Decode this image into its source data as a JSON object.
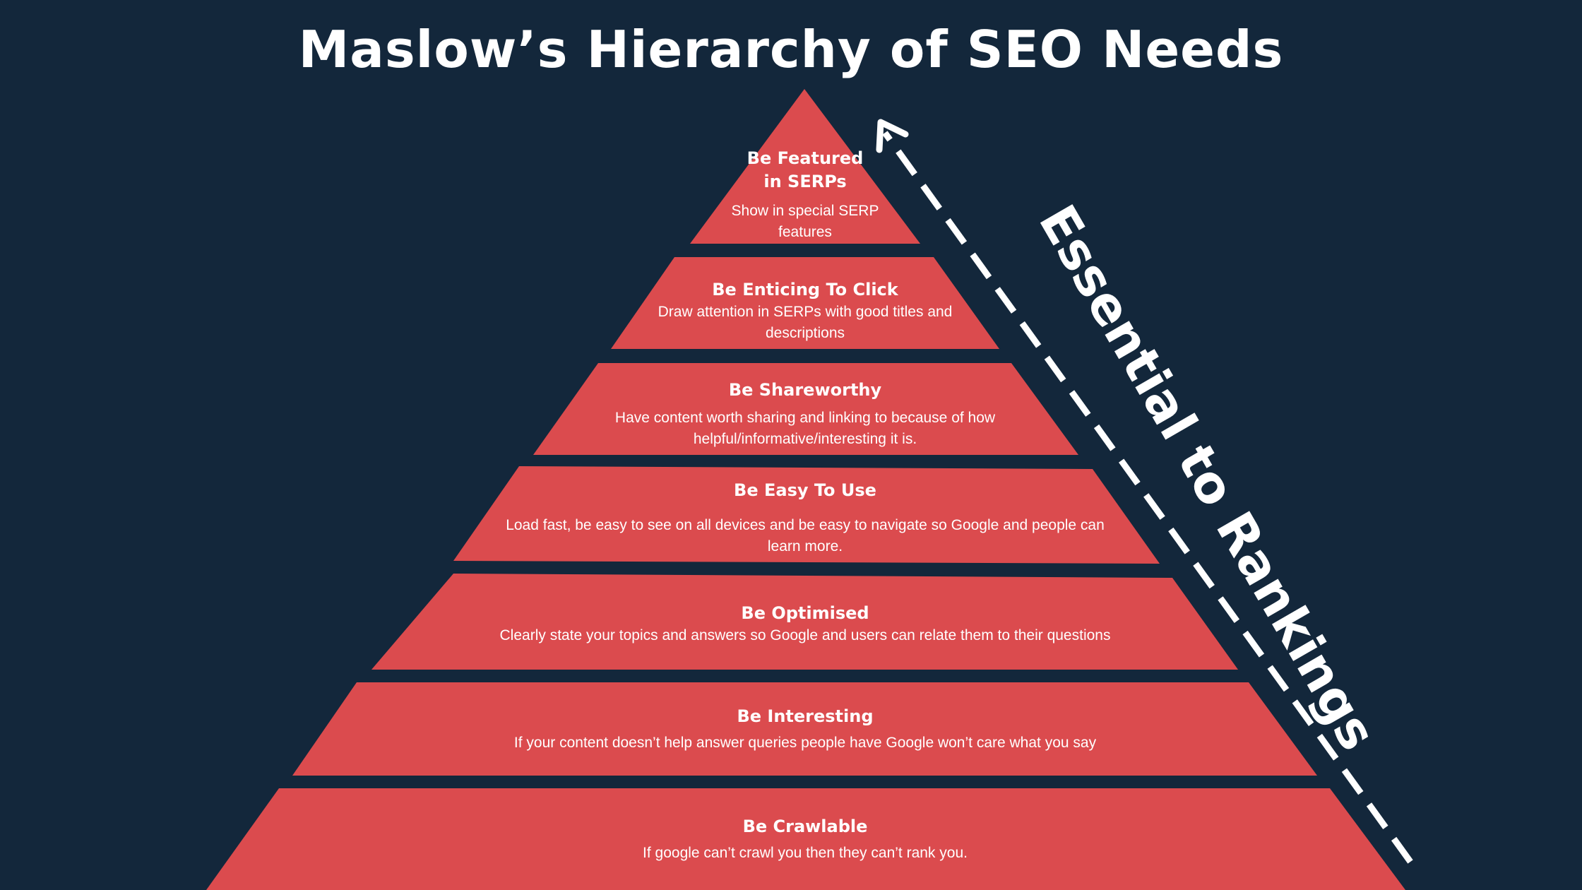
{
  "title": "Maslow’s Hierarchy of SEO Needs",
  "side_label": "Essential to Rankings",
  "colors": {
    "background": "#13273b",
    "tier_fill": "#db4b4e",
    "text": "#ffffff"
  },
  "tiers": [
    {
      "title": "Be Featured in SERPs",
      "title_lines": [
        "Be Featured",
        "in SERPs"
      ],
      "description_lines": [
        "Show in special SERP",
        "features"
      ]
    },
    {
      "title": "Be Enticing To Click",
      "title_lines": [
        "Be Enticing To Click"
      ],
      "description_lines": [
        "Draw attention in SERPs with good titles and",
        "descriptions"
      ]
    },
    {
      "title": "Be Shareworthy",
      "title_lines": [
        "Be Shareworthy"
      ],
      "description_lines": [
        "Have content worth sharing and linking to because of how",
        "helpful/informative/interesting it is."
      ]
    },
    {
      "title": "Be Easy To Use",
      "title_lines": [
        "Be Easy To Use"
      ],
      "description_lines": [
        "Load fast, be easy to see on all devices and be easy to navigate so Google and people can",
        "learn more."
      ]
    },
    {
      "title": "Be Optimised",
      "title_lines": [
        "Be Optimised"
      ],
      "description_lines": [
        "Clearly state your topics and answers so Google and users can relate them to their questions"
      ]
    },
    {
      "title": "Be Interesting",
      "title_lines": [
        "Be Interesting"
      ],
      "description_lines": [
        "If your content doesn’t help answer queries people have Google won’t care what you say"
      ]
    },
    {
      "title": "Be Crawlable",
      "title_lines": [
        "Be Crawlable"
      ],
      "description_lines": [
        "If google can’t crawl you then they can’t rank you."
      ]
    }
  ]
}
